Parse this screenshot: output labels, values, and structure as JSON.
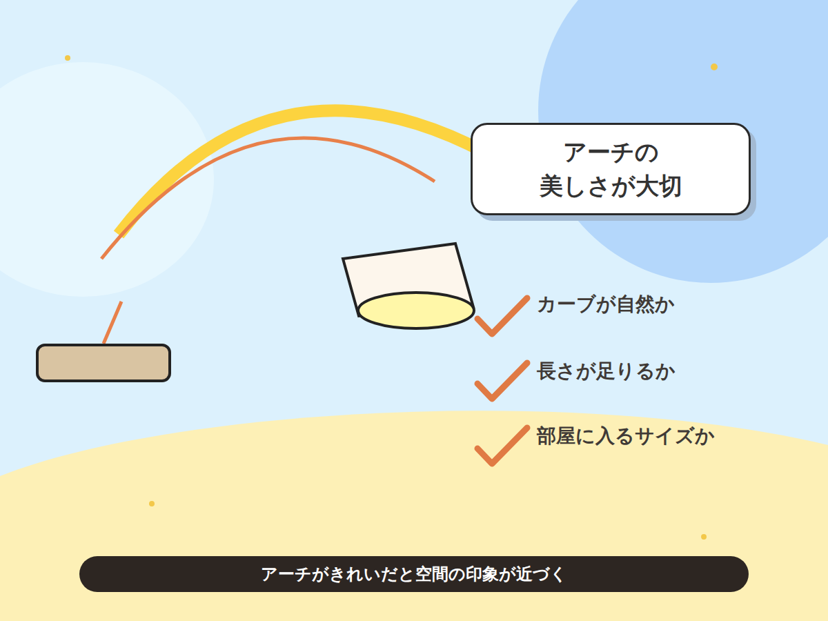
{
  "diagram": {
    "nodes": [
      {
        "text": [
          "アーチの 美しさが大切"
        ]
      },
      {
        "text": [
          "アーチがきれいだと空間の印象が近づく"
        ]
      }
    ],
    "labels": [
      "カーブが自然か",
      "長さが足りるか",
      "部屋に入るサイズか"
    ]
  }
}
